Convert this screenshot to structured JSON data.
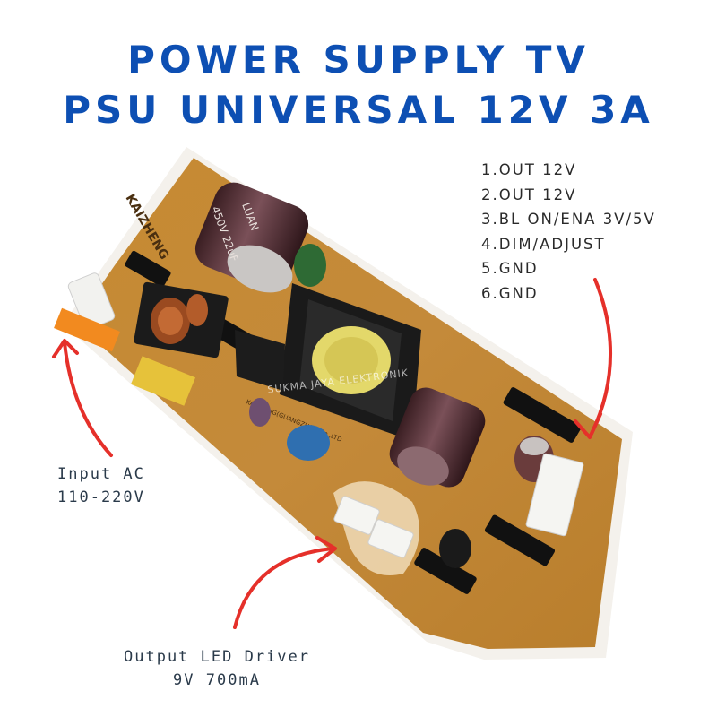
{
  "title": {
    "line1": "POWER SUPPLY TV",
    "line2": "PSU UNIVERSAL 12V 3A"
  },
  "pinout": [
    "1.OUT 12V",
    "2.OUT 12V",
    "3.BL ON/ENA 3V/5V",
    "4.DIM/ADJUST",
    "5.GND",
    "6.GND"
  ],
  "input_ac": {
    "line1": "Input AC",
    "line2": "110-220V"
  },
  "output_led": {
    "line1": "Output LED Driver",
    "line2": "9V 700mA"
  },
  "watermark": "SUKMA JAYA ELEKTRONIK",
  "colors": {
    "title": "#0d4fb3",
    "arrow": "#e5302a",
    "pcb": "#c98a2e"
  }
}
